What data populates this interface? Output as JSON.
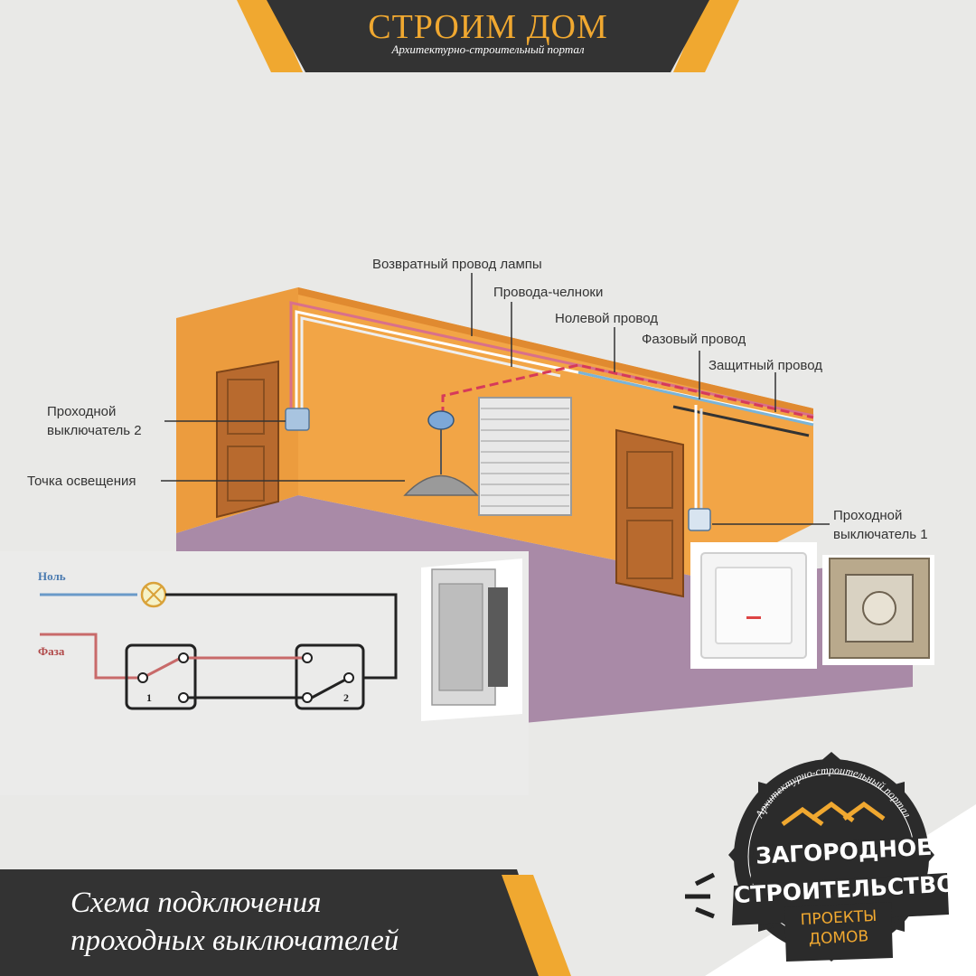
{
  "header": {
    "title": "СТРОИМ ДОМ",
    "subtitle": "Архитектурно-строительный портал"
  },
  "diagram": {
    "labels": {
      "return_wire": "Возвратный провод лампы",
      "shuttle_wires": "Провода-челноки",
      "neutral_wire": "Нолевой провод",
      "phase_wire": "Фазовый провод",
      "protective_wire": "Защитный провод",
      "switch_2": "Проходной\nвыключатель 2",
      "light_point": "Точка освещения",
      "switch_1": "Проходной\nвыключатель 1"
    },
    "schematic": {
      "neutral": "Ноль",
      "phase": "Фаза",
      "switch1_num": "1",
      "switch2_num": "2"
    }
  },
  "caption": "Схема подключения\nпроходных выключателей",
  "badge": {
    "arc_text": "Архитектурно-строительный портал",
    "line1": "ЗАГОРОДНОЕ",
    "line2": "СТРОИТЕЛЬСТВО",
    "line3": "ПРОЕКТЫ",
    "line4": "ДОМОВ"
  },
  "colors": {
    "accent": "#f0a830",
    "dark": "#333333",
    "wall": "#f0a445",
    "floor": "#a98aa7"
  }
}
